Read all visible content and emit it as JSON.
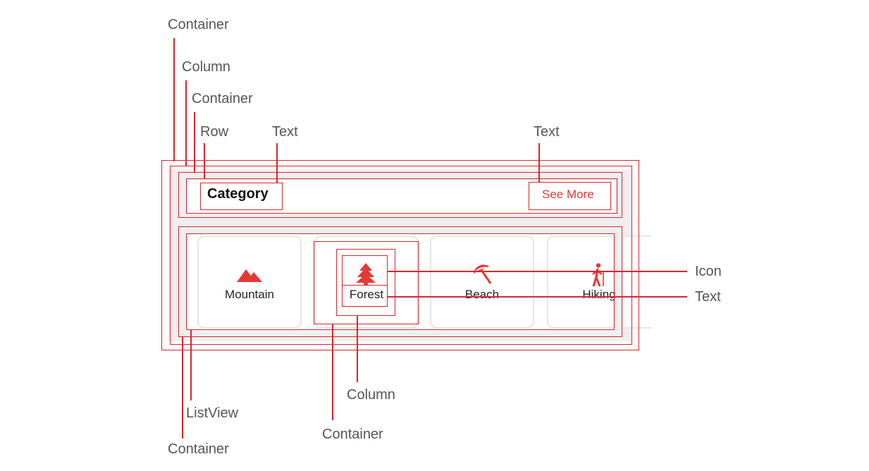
{
  "ui": {
    "header_title": "Category",
    "see_more": "See More",
    "categories": [
      {
        "label": "Mountain",
        "icon": "mountain-icon"
      },
      {
        "label": "Forest",
        "icon": "tree-icon"
      },
      {
        "label": "Beach",
        "icon": "beach-umbrella-icon"
      },
      {
        "label": "Hiking",
        "icon": "hiking-icon"
      }
    ]
  },
  "annotations": {
    "top_container": "Container",
    "column": "Column",
    "inner_container": "Container",
    "row": "Row",
    "text_left": "Text",
    "text_right": "Text",
    "icon": "Icon",
    "text_side": "Text",
    "listview": "ListView",
    "bottom_container": "Container",
    "item_column": "Column",
    "item_container": "Container"
  },
  "colors": {
    "annotation": "#d9262e",
    "accent": "#e53935",
    "panel": "#efefef"
  }
}
